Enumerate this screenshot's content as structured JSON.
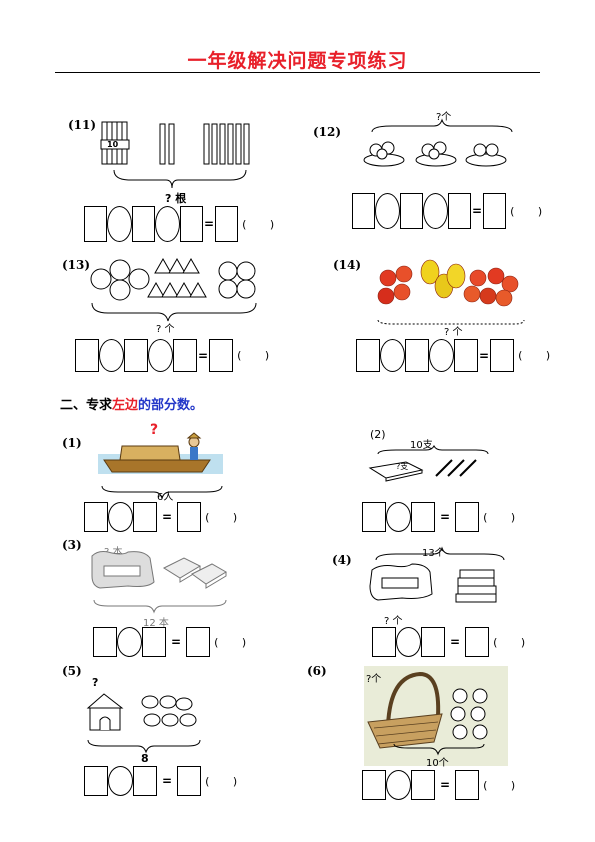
{
  "title": "一年级解决问题专项练习",
  "problems": {
    "p11": {
      "num": "(11)",
      "label": "? 根",
      "bundle_label": "10"
    },
    "p12": {
      "num": "(12)",
      "label": "?个"
    },
    "p13": {
      "num": "(13)",
      "label": "? 个"
    },
    "p14": {
      "num": "(14)",
      "label": "? 个"
    }
  },
  "section2": {
    "prefix": "二、专求",
    "highlight": "左边",
    "suffix": "的部分数。"
  },
  "parts": {
    "p1": {
      "num": "(1)",
      "label": "6人",
      "q": "?"
    },
    "p2": {
      "num": "(2)",
      "label": "10支",
      "q": "?支"
    },
    "p3": {
      "num": "(3)",
      "top_label": "? 本",
      "label": "12 本"
    },
    "p4": {
      "num": "(4)",
      "top_label": "13个",
      "label": "? 个"
    },
    "p5": {
      "num": "(5)",
      "q": "?",
      "label": "8"
    },
    "p6": {
      "num": "(6)",
      "top_label": "?个",
      "label": "10个"
    }
  },
  "answer_paren": "(   )",
  "equals": "=",
  "colors": {
    "title": "#e8202a",
    "highlight_red": "#e8202a",
    "highlight_blue": "#2236c8"
  }
}
